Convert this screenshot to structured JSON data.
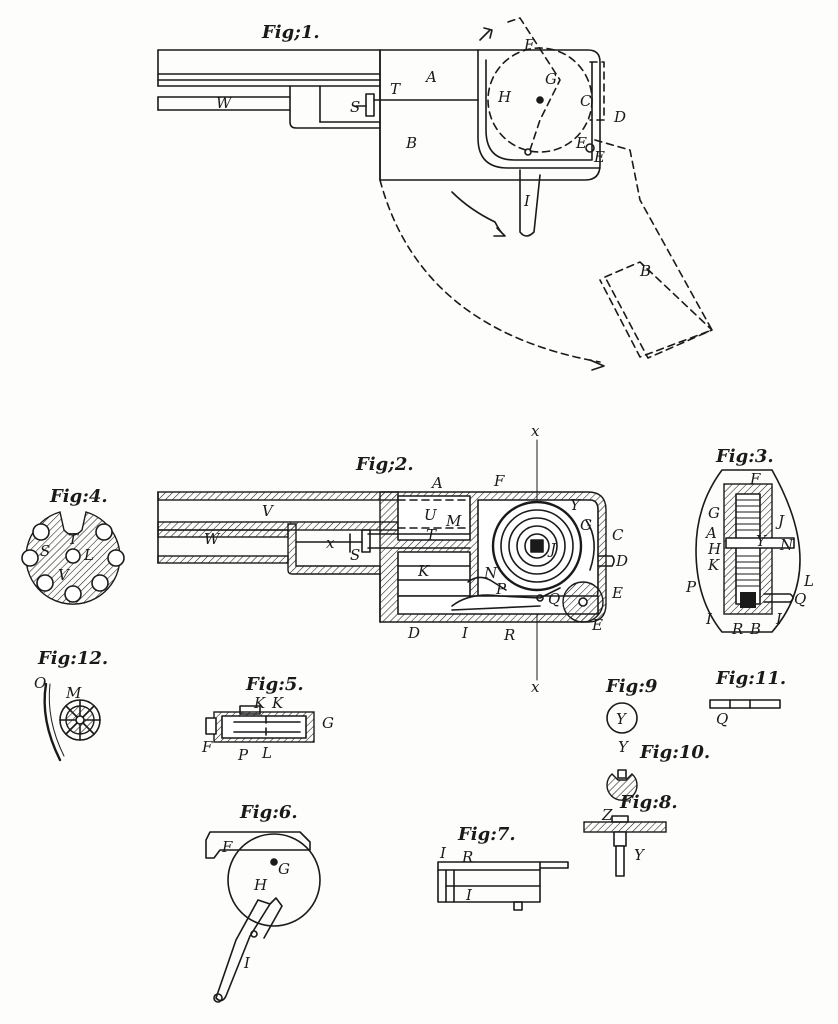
{
  "figures": {
    "fig1": {
      "title": "Fig;1.",
      "labels": [
        "F",
        "A",
        "G",
        "H",
        "C",
        "D",
        "T",
        "S",
        "W",
        "B",
        "E",
        "E",
        "I",
        "B"
      ]
    },
    "fig2": {
      "title": "Fig;2.",
      "labels": [
        "x",
        "A",
        "F",
        "V",
        "U",
        "M",
        "Y",
        "G",
        "C",
        "W",
        "x",
        "S",
        "T",
        "J",
        "K",
        "N",
        "D",
        "P",
        "Q",
        "E",
        "D",
        "I",
        "R",
        "E",
        "x"
      ]
    },
    "fig3": {
      "title": "Fig:3.",
      "labels": [
        "F",
        "G",
        "A",
        "J",
        "H",
        "Y",
        "N",
        "K",
        "P",
        "L",
        "Q",
        "I",
        "R",
        "B",
        "I"
      ]
    },
    "fig4": {
      "title": "Fig:4.",
      "labels": [
        "S",
        "T",
        "L",
        "V"
      ]
    },
    "fig5": {
      "title": "Fig:5.",
      "labels": [
        "K",
        "K",
        "G",
        "F",
        "P",
        "L"
      ]
    },
    "fig6": {
      "title": "Fig:6.",
      "labels": [
        "F",
        "G",
        "H",
        "I"
      ]
    },
    "fig7": {
      "title": "Fig:7.",
      "labels": [
        "I",
        "R",
        "I"
      ]
    },
    "fig8": {
      "title": "Fig:8.",
      "labels": [
        "Z",
        "Y"
      ]
    },
    "fig9": {
      "title": "Fig:9",
      "labels": [
        "Y"
      ]
    },
    "fig10": {
      "title": "Fig:10.",
      "labels": [
        "Y"
      ]
    },
    "fig11": {
      "title": "Fig:11.",
      "labels": [
        "Q"
      ]
    },
    "fig12": {
      "title": "Fig:12.",
      "labels": [
        "O",
        "M"
      ]
    }
  }
}
